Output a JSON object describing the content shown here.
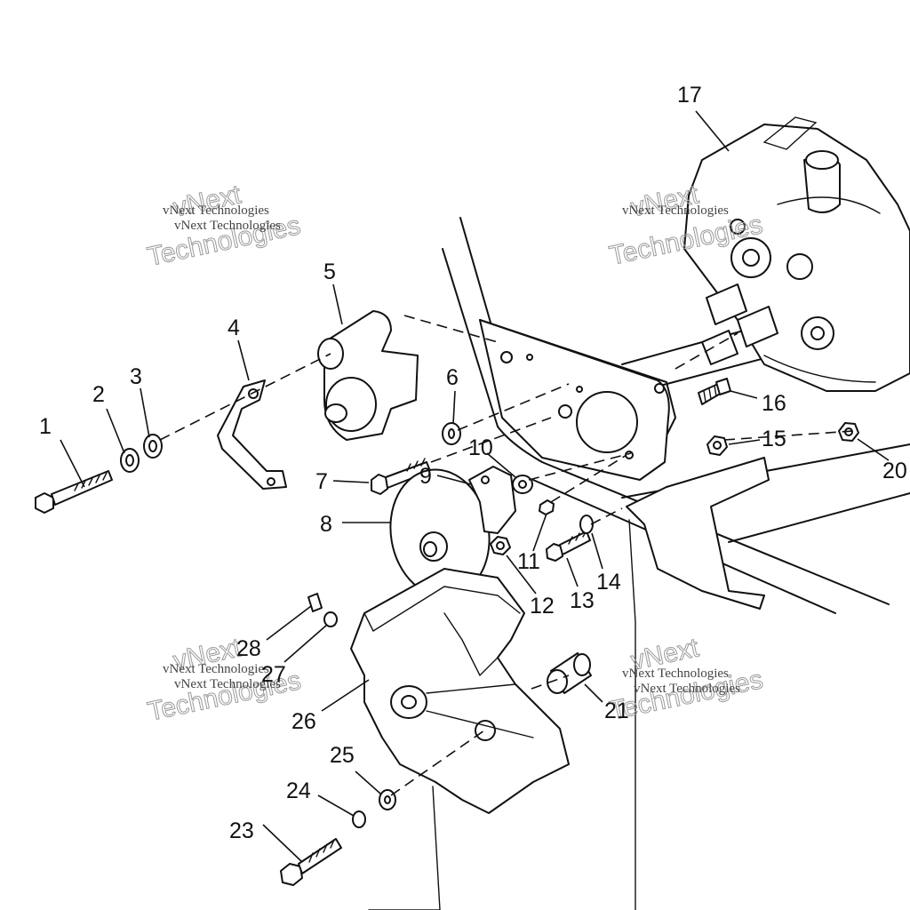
{
  "callouts": {
    "c1": "1",
    "c2": "2",
    "c3": "3",
    "c4": "4",
    "c5": "5",
    "c6": "6",
    "c7": "7",
    "c8": "8",
    "c9": "9",
    "c10": "10",
    "c11": "11",
    "c12": "12",
    "c13": "13",
    "c14": "14",
    "c15": "15",
    "c16": "16",
    "c17": "17",
    "c20": "20",
    "c21": "21",
    "c23": "23",
    "c24": "24",
    "c25": "25",
    "c26": "26",
    "c27": "27",
    "c28": "28"
  },
  "watermark": {
    "line1": "vNext Technologies",
    "brand_vnext": "vNext",
    "brand_technologies": "Technologies"
  }
}
